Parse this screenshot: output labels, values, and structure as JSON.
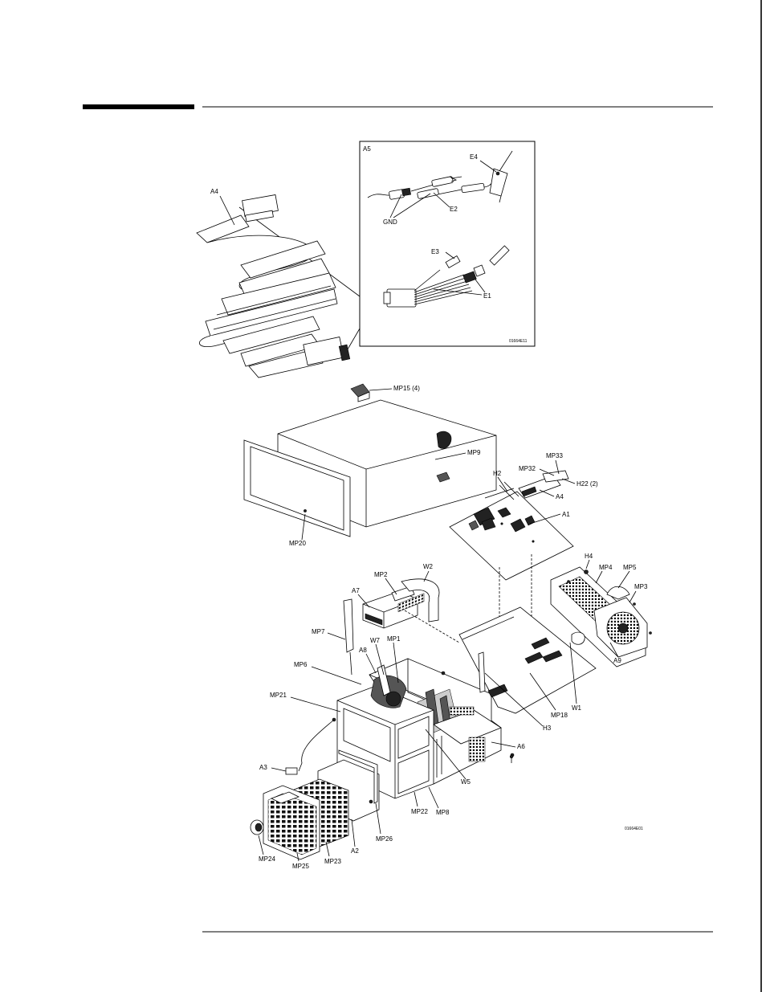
{
  "diagram": {
    "inset": {
      "labels": {
        "a5": "A5",
        "e4": "E4",
        "gnd": "GND",
        "e2": "E2",
        "e3": "E3",
        "e1": "E1",
        "code": "01664E11"
      }
    },
    "main": {
      "labels": {
        "a4_cable": "A4",
        "mp15": "MP15 (4)",
        "mp9": "MP9",
        "mp20": "MP20",
        "mp33": "MP33",
        "mp32": "MP32",
        "h2": "H2",
        "h22": "H22 (2)",
        "a4_board": "A4",
        "a1": "A1",
        "h4": "H4",
        "mp4": "MP4",
        "mp5": "MP5",
        "mp3": "MP3",
        "mp2": "MP2",
        "w2": "W2",
        "a7": "A7",
        "mp7": "MP7",
        "a8": "A8",
        "w7": "W7",
        "mp1": "MP1",
        "mp6": "MP6",
        "mp21": "MP21",
        "a9": "A9",
        "w1": "W1",
        "mp18": "MP18",
        "h3": "H3",
        "a6": "A6",
        "a3": "A3",
        "w5": "W5",
        "mp22": "MP22",
        "mp8": "MP8",
        "mp26": "MP26",
        "a2": "A2",
        "mp23": "MP23",
        "mp25": "MP25",
        "mp24": "MP24",
        "code": "01664E01"
      }
    }
  }
}
